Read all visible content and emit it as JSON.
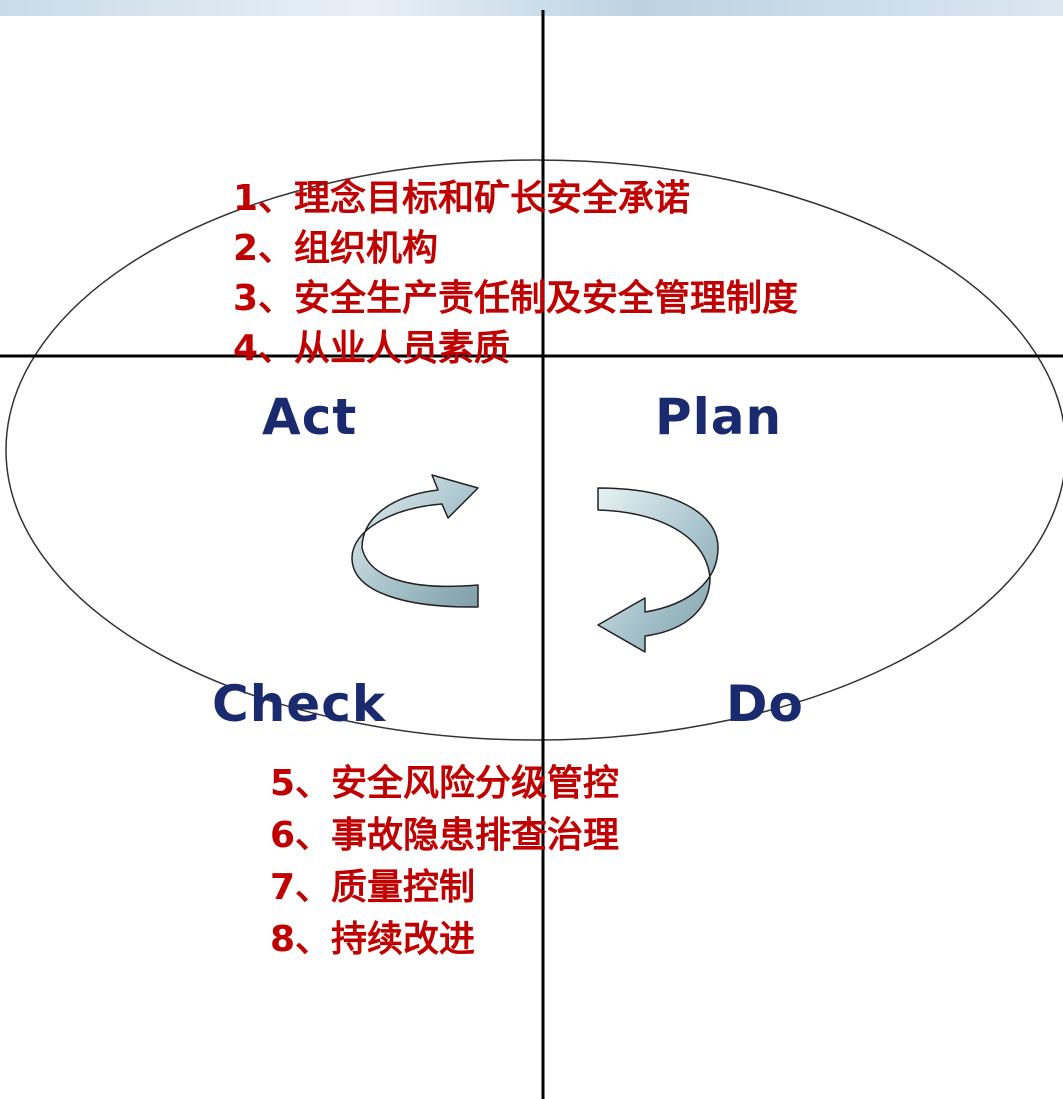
{
  "labels": {
    "act": "Act",
    "plan": "Plan",
    "check": "Check",
    "do": "Do"
  },
  "top_items": [
    "1、理念目标和矿长安全承诺",
    "2、组织机构",
    "3、安全生产责任制及安全管理制度",
    "4、从业人员素质"
  ],
  "bottom_items": [
    "5、安全风险分级管控",
    "6、事故隐患排查治理",
    "7、质量控制",
    "8、持续改进"
  ],
  "colors": {
    "item_text": "#c00000",
    "pdca_text": "#1a2a6e",
    "arrow_fill": "#a9c4cc",
    "axis": "#000000"
  }
}
